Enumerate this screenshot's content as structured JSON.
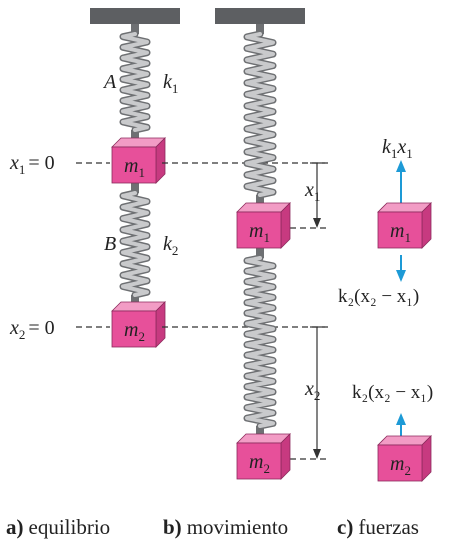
{
  "panel_a": {
    "spring_top_label": "A",
    "spring_top_k": "k",
    "spring_top_k_sub": "1",
    "spring_bottom_label": "B",
    "spring_bottom_k": "k",
    "spring_bottom_k_sub": "2",
    "mass1_var": "m",
    "mass1_sub": "1",
    "mass2_var": "m",
    "mass2_sub": "2",
    "eq1_var": "x",
    "eq1_sub": "1",
    "eq1_rhs": "= 0",
    "eq2_var": "x",
    "eq2_sub": "2",
    "eq2_rhs": "= 0"
  },
  "panel_b": {
    "mass1_var": "m",
    "mass1_sub": "1",
    "mass2_var": "m",
    "mass2_sub": "2",
    "disp1_var": "x",
    "disp1_sub": "1",
    "disp2_var": "x",
    "disp2_sub": "2"
  },
  "panel_c": {
    "force_up_k": "k",
    "force_up_k_sub": "1",
    "force_up_x": "x",
    "force_up_x_sub": "1",
    "force_down_label": "k₂(x₂ − x₁)",
    "force_m2_label": "k₂(x₂ − x₁)",
    "mass1_var": "m",
    "mass1_sub": "1",
    "mass2_var": "m",
    "mass2_sub": "2"
  },
  "captions": [
    {
      "letter": "a)",
      "text": "equilibrio"
    },
    {
      "letter": "b)",
      "text": "movimiento"
    },
    {
      "letter": "c)",
      "text": "fuerzas"
    }
  ],
  "colors": {
    "mass_front": "#e7509a",
    "mass_top": "#f29cc5",
    "mass_side": "#c73a80",
    "spring": "#a9abae",
    "spring_dark": "#6e7073",
    "ceiling": "#5d5f62",
    "arrow": "#1d9ad6",
    "dash": "#333333"
  }
}
